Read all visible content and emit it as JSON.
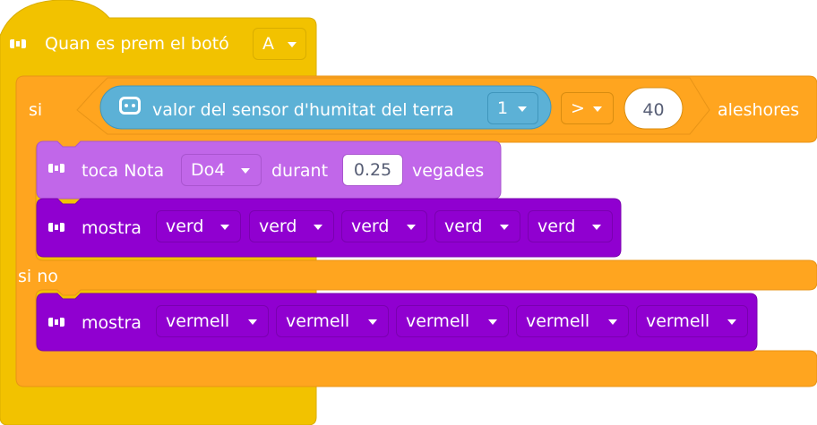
{
  "hat": {
    "label": "Quan es prem el botó",
    "button_value": "A"
  },
  "ifelse": {
    "if_label": "si",
    "then_label": "aleshores",
    "else_label": "si no",
    "condition": {
      "sensor_label": "valor del sensor d'humitat del terra",
      "sensor_port": "1",
      "operator": ">",
      "threshold": "40"
    }
  },
  "play_note": {
    "label": "toca Nota",
    "note": "Do4",
    "during_label": "durant",
    "duration": "0.25",
    "times_label": "vegades"
  },
  "show_green": {
    "label": "mostra",
    "colors": [
      "verd",
      "verd",
      "verd",
      "verd",
      "verd"
    ]
  },
  "show_red": {
    "label": "mostra",
    "colors": [
      "vermell",
      "vermell",
      "vermell",
      "vermell",
      "vermell"
    ]
  },
  "colors": {
    "events": "#F2C200",
    "control": "#FFA51F",
    "sensing": "#5CB1D6",
    "sound": "#C167E9",
    "looks": "#9000D0"
  }
}
